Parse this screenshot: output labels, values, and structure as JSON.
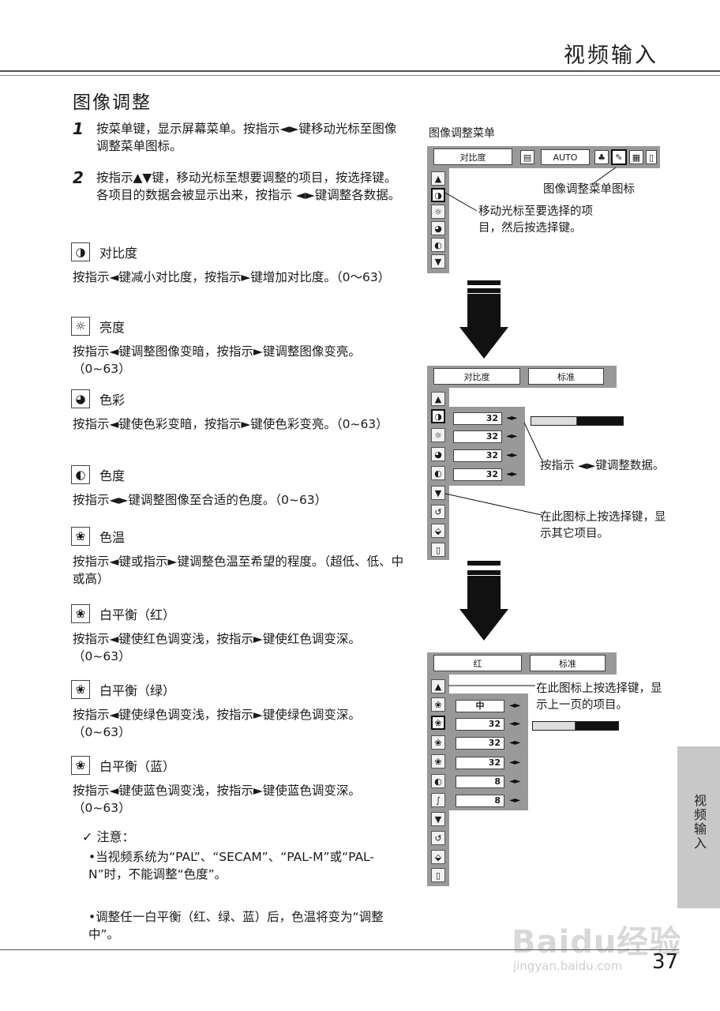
{
  "header": {
    "title": "视频输入"
  },
  "section_title": "图像调整",
  "steps": [
    {
      "num": "1",
      "text": "按菜单键，显示屏幕菜单。按指示◄►键移动光标至图像调整菜单图标。"
    },
    {
      "num": "2",
      "text": "按指示▲▼键，移动光标至想要调整的项目，按选择键。各项目的数据会被显示出来，按指示 ◄►键调整各数据。"
    }
  ],
  "items": [
    {
      "icon": "contrast-icon",
      "glyph": "◑",
      "name": "对比度",
      "desc": "按指示◄键减小对比度，按指示►键增加对比度。（0～63）"
    },
    {
      "icon": "brightness-icon",
      "glyph": "☼",
      "name": "亮度",
      "desc": "按指示◄键调整图像变暗，按指示►键调整图像变亮。（0~63）"
    },
    {
      "icon": "color-icon",
      "glyph": "◕",
      "name": "色彩",
      "desc": "按指示◄键使色彩变暗，按指示►键使色彩变亮。（0~63）"
    },
    {
      "icon": "tint-icon",
      "glyph": "◐",
      "name": "色度",
      "desc": "按指示◄►键调整图像至合适的色度。（0~63）"
    },
    {
      "icon": "color-temp-icon",
      "glyph": "❀",
      "name": "色温",
      "desc": "按指示◄键或指示►键调整色温至希望的程度。（超低、低、中或高）"
    },
    {
      "icon": "white-balance-red-icon",
      "glyph": "❀",
      "name": "白平衡（红）",
      "desc": "按指示◄键使红色调变浅，按指示►键使红色调变深。（0~63）"
    },
    {
      "icon": "white-balance-green-icon",
      "glyph": "❀",
      "name": "白平衡（绿）",
      "desc": "按指示◄键使绿色调变浅，按指示►键使绿色调变深。（0~63）"
    },
    {
      "icon": "white-balance-blue-icon",
      "glyph": "❀",
      "name": "白平衡（蓝）",
      "desc": "按指示◄键使蓝色调变浅，按指示►键使蓝色调变深。（0~63）"
    }
  ],
  "note": {
    "heading": "✓ 注意：",
    "bullets": [
      "•当视频系统为“PAL”、“SECAM”、“PAL-M”或“PAL-N”时，不能调整“色度”。",
      "•调整任一白平衡（红、绿、蓝）后，色温将变为“调整中”。"
    ]
  },
  "menu1": {
    "caption": "图像调整菜单",
    "field": "对比度",
    "auto": "AUTO",
    "callout_icon": "图像调整菜单图标",
    "callout_move": "移动光标至要选择的项目，然后按选择键。"
  },
  "menu2": {
    "field": "对比度",
    "mode": "标准",
    "values": [
      "32",
      "32",
      "32",
      "32"
    ],
    "slider_level": 0.5,
    "callout_adjust": "按指示 ◄►键调整数据。",
    "callout_next": "在此图标上按选择键，显示其它项目。"
  },
  "menu3": {
    "field": "红",
    "mode": "标准",
    "values": [
      "中",
      "32",
      "32",
      "32",
      "8",
      "8"
    ],
    "slider_level": 0.5,
    "callout_prev": "在此图标上按选择键，显示上一页的项目。"
  },
  "side_tab": "视频输入",
  "page_number": "37",
  "watermark": {
    "brand": "Baidu经验",
    "url": "jingyan.baidu.com"
  }
}
